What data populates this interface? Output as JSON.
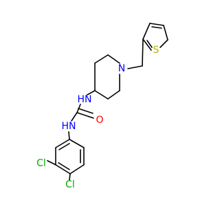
{
  "molecule": {
    "atoms": [
      {
        "id": "S1",
        "text": "S",
        "color": "#b5b500"
      },
      {
        "id": "N_pip",
        "text": "N",
        "color": "#0000ff"
      },
      {
        "id": "NH_top",
        "text": "H",
        "color": "#0000ff",
        "prefix": "N"
      },
      {
        "id": "O1",
        "text": "O",
        "color": "#ff0000"
      },
      {
        "id": "NH_bot",
        "text": "H",
        "color": "#0000ff",
        "prefix": "N"
      },
      {
        "id": "Cl1",
        "text": "Cl",
        "color": "#00aa00"
      },
      {
        "id": "Cl2",
        "text": "Cl",
        "color": "#00aa00"
      }
    ],
    "colors": {
      "bond": "#000000",
      "nitrogen": "#0000ff",
      "oxygen": "#ff0000",
      "sulfur": "#b5b500",
      "chlorine": "#00aa00"
    }
  }
}
